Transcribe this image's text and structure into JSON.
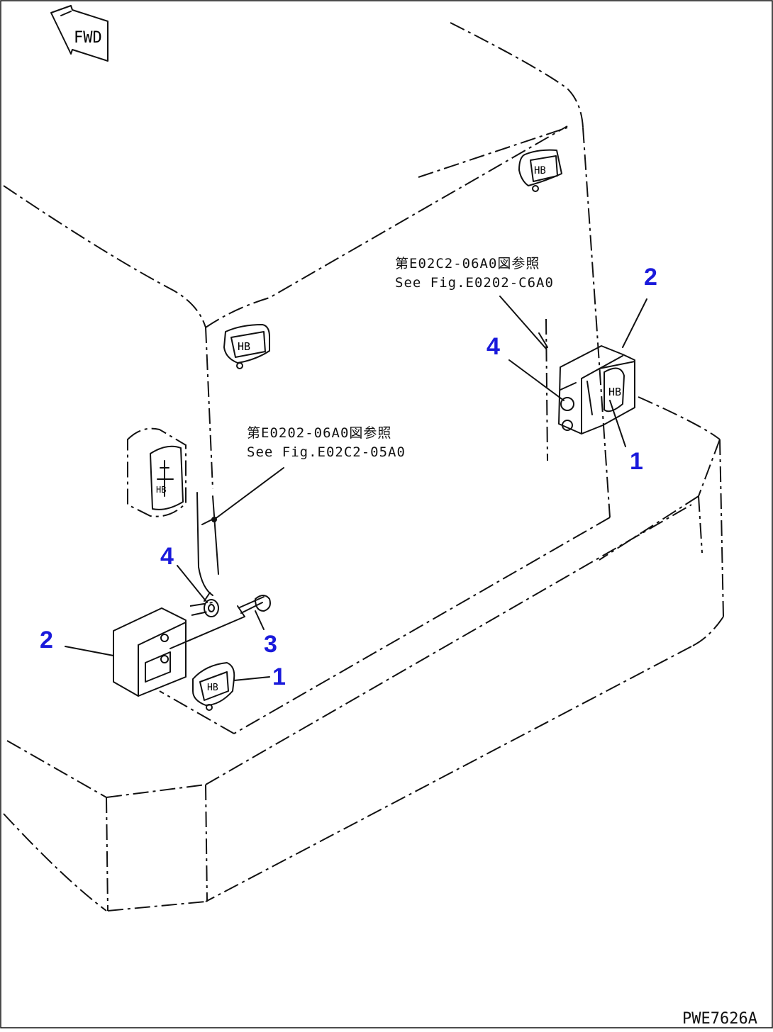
{
  "diagram": {
    "direction_label": "FWD",
    "drawing_number": "PWE7626A",
    "references": {
      "upper": {
        "jp": "第E02C2-06A0図参照",
        "en": "See Fig.E0202-C6A0"
      },
      "lower": {
        "jp": "第E0202-06A0図参照",
        "en": "See Fig.E02C2-05A0"
      }
    },
    "callouts": {
      "right_1": "1",
      "right_2": "2",
      "right_4": "4",
      "left_1": "1",
      "left_2": "2",
      "left_3": "3",
      "left_4": "4"
    },
    "lamp_marks": {
      "top_lamp": "HB",
      "upper_lamp": "HB",
      "side_lamp": "HB",
      "lower_lamp": "HB",
      "right_lamp": "HB"
    },
    "colors": {
      "callout": "#1a1adb",
      "line": "#111111",
      "background": "#ffffff"
    }
  }
}
